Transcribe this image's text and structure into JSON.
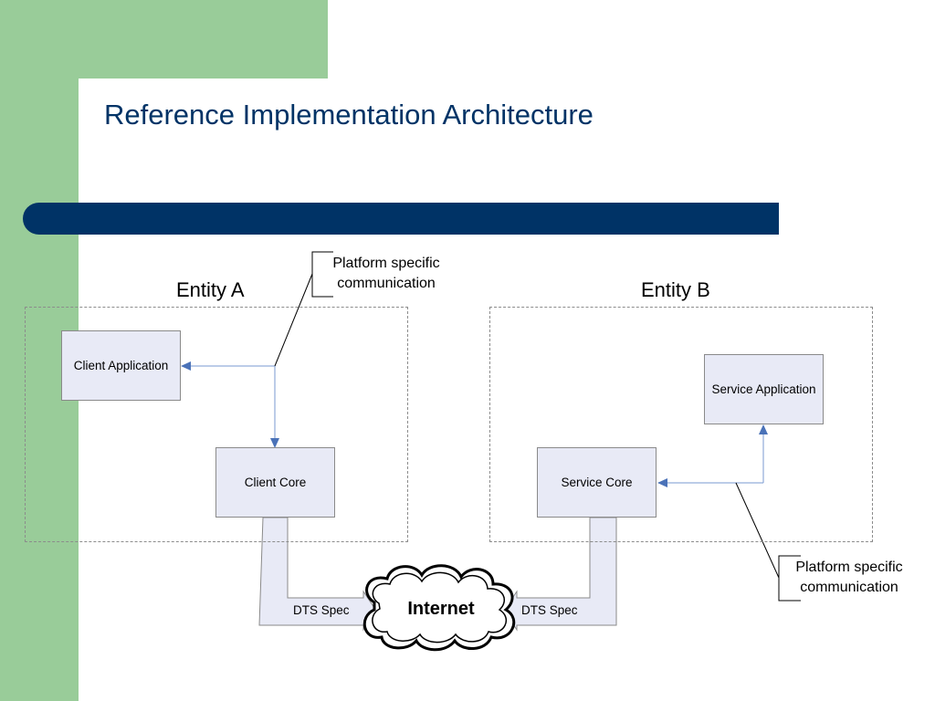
{
  "slide": {
    "title": "Reference Implementation Architecture"
  },
  "entities": {
    "a": {
      "label": "Entity A"
    },
    "b": {
      "label": "Entity B"
    }
  },
  "components": {
    "client_application": "Client Application",
    "client_core": "Client Core",
    "service_application": "Service Application",
    "service_core": "Service Core"
  },
  "links": {
    "dts_spec_left": "DTS Spec",
    "dts_spec_right": "DTS Spec",
    "internet": "Internet"
  },
  "callouts": {
    "top": "Platform specific communication",
    "bottom": "Platform specific communication"
  },
  "colors": {
    "accent_green": "#99cc99",
    "title_blue": "#003366",
    "box_fill": "#e8eaf6",
    "connector_blue": "#5b84c4"
  }
}
